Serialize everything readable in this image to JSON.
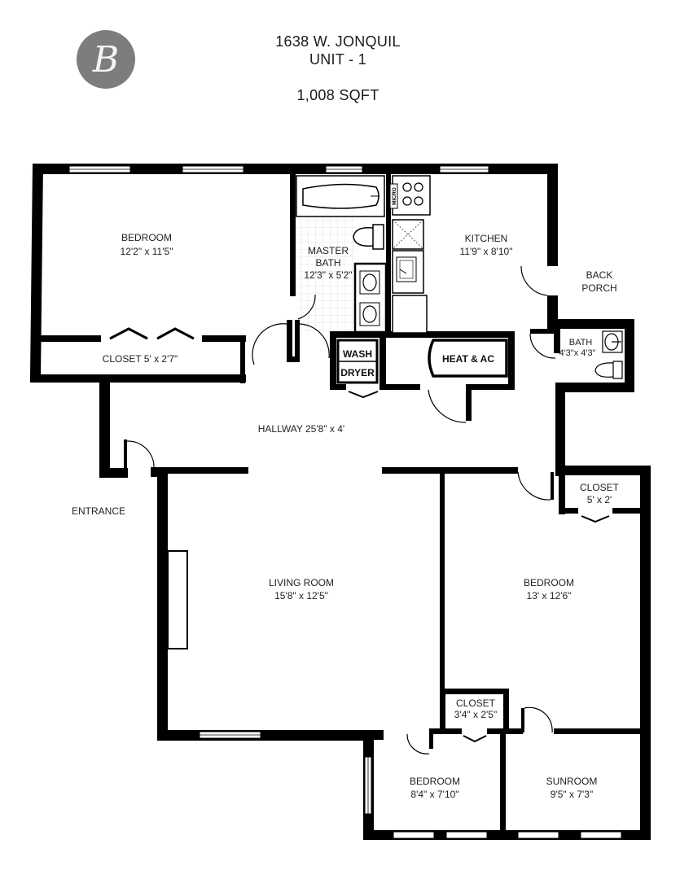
{
  "header": {
    "logo_letter": "B",
    "address": "1638 W. JONQUIL",
    "unit": "UNIT - 1",
    "area": "1,008 SQFT"
  },
  "rooms": {
    "master_bedroom": {
      "name": "BEDROOM",
      "size": "12'2\" x 11'5\""
    },
    "closet_master": {
      "name": "CLOSET 5' x 2'7\""
    },
    "master_bath": {
      "name_line1": "MASTER",
      "name_line2": "BATH",
      "size": "12'3\" x 5'2\""
    },
    "kitchen": {
      "name": "KITCHEN",
      "size": "11'9\" x 8'10\""
    },
    "back_porch": {
      "line1": "BACK",
      "line2": "PORCH"
    },
    "bath": {
      "name": "BATH",
      "size": "4'3\"x 4'3\""
    },
    "hallway": {
      "name": "HALLWAY 25'8\" x 4'"
    },
    "entrance": {
      "name": "ENTRANCE"
    },
    "living_room": {
      "name": "LIVING ROOM",
      "size": "15'8\" x 12'5\""
    },
    "bedroom_2": {
      "name": "BEDROOM",
      "size": "13' x 12'6\""
    },
    "closet_2": {
      "name": "CLOSET",
      "size": "5' x 2'"
    },
    "closet_3": {
      "name": "CLOSET",
      "size": "3'4\" x 2'5\""
    },
    "bedroom_3": {
      "name": "BEDROOM",
      "size": "8'4\" x 7'10\""
    },
    "sunroom": {
      "name": "SUNROOM",
      "size": "9'5\" x 7'3\""
    }
  },
  "fixtures": {
    "micro": "MICRO",
    "wash": "WASH",
    "dryer": "DRYER",
    "heat_ac": "HEAT & AC"
  }
}
